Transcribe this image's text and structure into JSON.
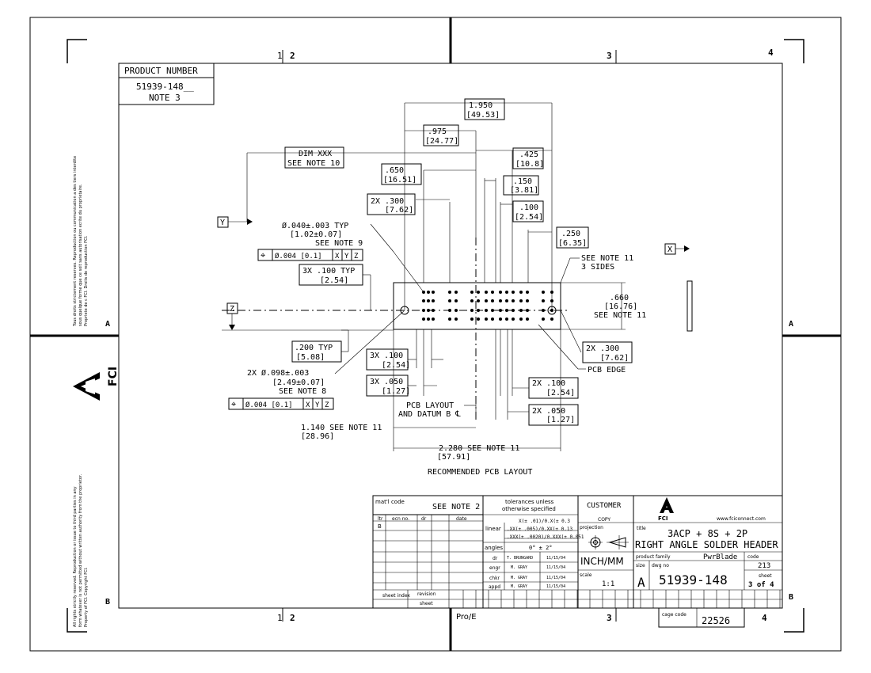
{
  "zones": {
    "top": [
      "1",
      "2",
      "3",
      "4"
    ],
    "bottom": [
      "1",
      "2",
      "3",
      "4"
    ],
    "left": [
      "A",
      "B"
    ],
    "right": [
      "A",
      "B"
    ]
  },
  "margin_text": {
    "upper_lines": [
      "Tous droits strictement reserves.  Reproduction ou communication a des tiers interdite",
      "sous quelque forme que ce soit sans autorisation ecrite du proprietaire.",
      "Propriete de c FCI.  Droits de reproduction FCI."
    ],
    "lower_lines": [
      "All rights strictly reserved.  Reproduction or issue to third parties in any",
      "form whatever is not permitted without written authority from the proprietor.",
      "Property of FCI.  Copyright FCI."
    ],
    "logo_text": "FCI"
  },
  "product_box": {
    "heading": "PRODUCT NUMBER",
    "number": "51939-148__",
    "note": "NOTE 3"
  },
  "dimensions": {
    "d1950": "1.950",
    "d1950mm": "[49.53]",
    "d975": ".975",
    "d975mm": "[24.77]",
    "d425": ".425",
    "d425mm": "[10.8]",
    "dimxxx": "DIM XXX",
    "seenote10": "SEE NOTE 10",
    "d650": ".650",
    "d650mm": "[16.51]",
    "d150": ".150",
    "d150mm": "[3.81]",
    "d2x300": "2X .300",
    "d2x300mm": "[7.62]",
    "d100": ".100",
    "d100mm": "[2.54]",
    "d250": ".250",
    "d250mm": "[6.35]",
    "hole_dia": "Ø.040±.003   TYP",
    "hole_dia_mm": "[1.02±0.07]",
    "seenote9": "SEE NOTE 9",
    "fcf1": [
      "⌖",
      "Ø.004 [0.1]",
      "X",
      "Y",
      "Z"
    ],
    "d3x100typ": "3X .100   TYP",
    "d3x100typmm": "[2.54]",
    "seenote11a": "SEE NOTE 11",
    "sides3": "3 SIDES",
    "d660": ".660",
    "d660mm": "[16.76]",
    "seenote11b": "SEE NOTE 11",
    "d200typ": ".200  TYP",
    "d200typmm": "[5.08]",
    "d2x300b": "2X .300",
    "d2x300bmm": "[7.62]",
    "pcbedge": "PCB EDGE",
    "hole2": "2X Ø.098±.003",
    "hole2mm": "[2.49±0.07]",
    "seenote8": "SEE NOTE 8",
    "fcf2": [
      "⌖",
      "Ø.004 [0.1]",
      "X",
      "Y",
      "Z"
    ],
    "d3x100": "3X .100",
    "d3x100mm": "[2.54]",
    "d3x050": "3X .050",
    "d3x050mm": "[1.27]",
    "d2x100": "2X .100",
    "d2x100mm": "[2.54]",
    "d2x050": "2X .050",
    "d2x050mm": "[1.27]",
    "pcblayout": "PCB LAYOUT",
    "datumb": "AND DATUM B ℄",
    "d1140": "1.140   SEE NOTE 11",
    "d1140mm": "[28.96]",
    "d2280": "2.280   SEE NOTE 11",
    "d2280mm": "[57.91]",
    "recommended": "RECOMMENDED PCB LAYOUT",
    "datumY": "Y",
    "datumZ": "Z",
    "datumX": "X"
  },
  "title_block": {
    "matl_code": "mat'l code",
    "see_note2": "SEE NOTE 2",
    "ltr": "ltr",
    "ecn": "ecn no.",
    "dr_h": "dr",
    "date_h": "date",
    "rev_letter": "B",
    "sheet_index": "sheet index",
    "revision_sheet1": "revision",
    "revision_sheet2": "sheet",
    "tol_heading1": "tolerances unless",
    "tol_heading2": "otherwise specified",
    "tol1": "X(± .01)/0.X(± 0.3",
    "tol2": ".XX(± .005)/0.XX(± 0.13",
    "tol3": ".XXX(± .0020)/0.XXX(± 0.051",
    "linear": "linear",
    "angles": "angles",
    "angles_val": "0° ± 2°",
    "dr": "dr",
    "engr": "engr",
    "chkr": "chkr",
    "appd": "appd",
    "dr_name": "T. BRUNGARD",
    "engr_name": "M. GRAY",
    "chkr_name": "M. GRAY",
    "appd_name": "M. GRAY",
    "date1": "11/15/04",
    "date2": "11/15/04",
    "date3": "11/15/04",
    "date4": "11/15/04",
    "customer": "CUSTOMER",
    "copy": "COPY",
    "projection": "projection",
    "units": "INCH/MM",
    "scale_lbl": "scale",
    "scale_val": "1:1",
    "brand": "FCI",
    "website": "www.fciconnect.com",
    "title_lbl": "title",
    "title1": "3ACP + 8S + 2P",
    "title2": "RIGHT ANGLE SOLDER HEADER",
    "product_family_lbl": "product family",
    "product_family": "PwrBlade",
    "code_lbl": "code",
    "code_val": "213",
    "size_lbl": "size",
    "size_val": "A",
    "dwg_lbl": "dwg no",
    "dwg_val": "51939-148",
    "sheet_lbl": "sheet",
    "sheet_val": "3 of 4",
    "cage_lbl": "cage code",
    "cage_val": "22526",
    "proe": "Pro/E"
  }
}
